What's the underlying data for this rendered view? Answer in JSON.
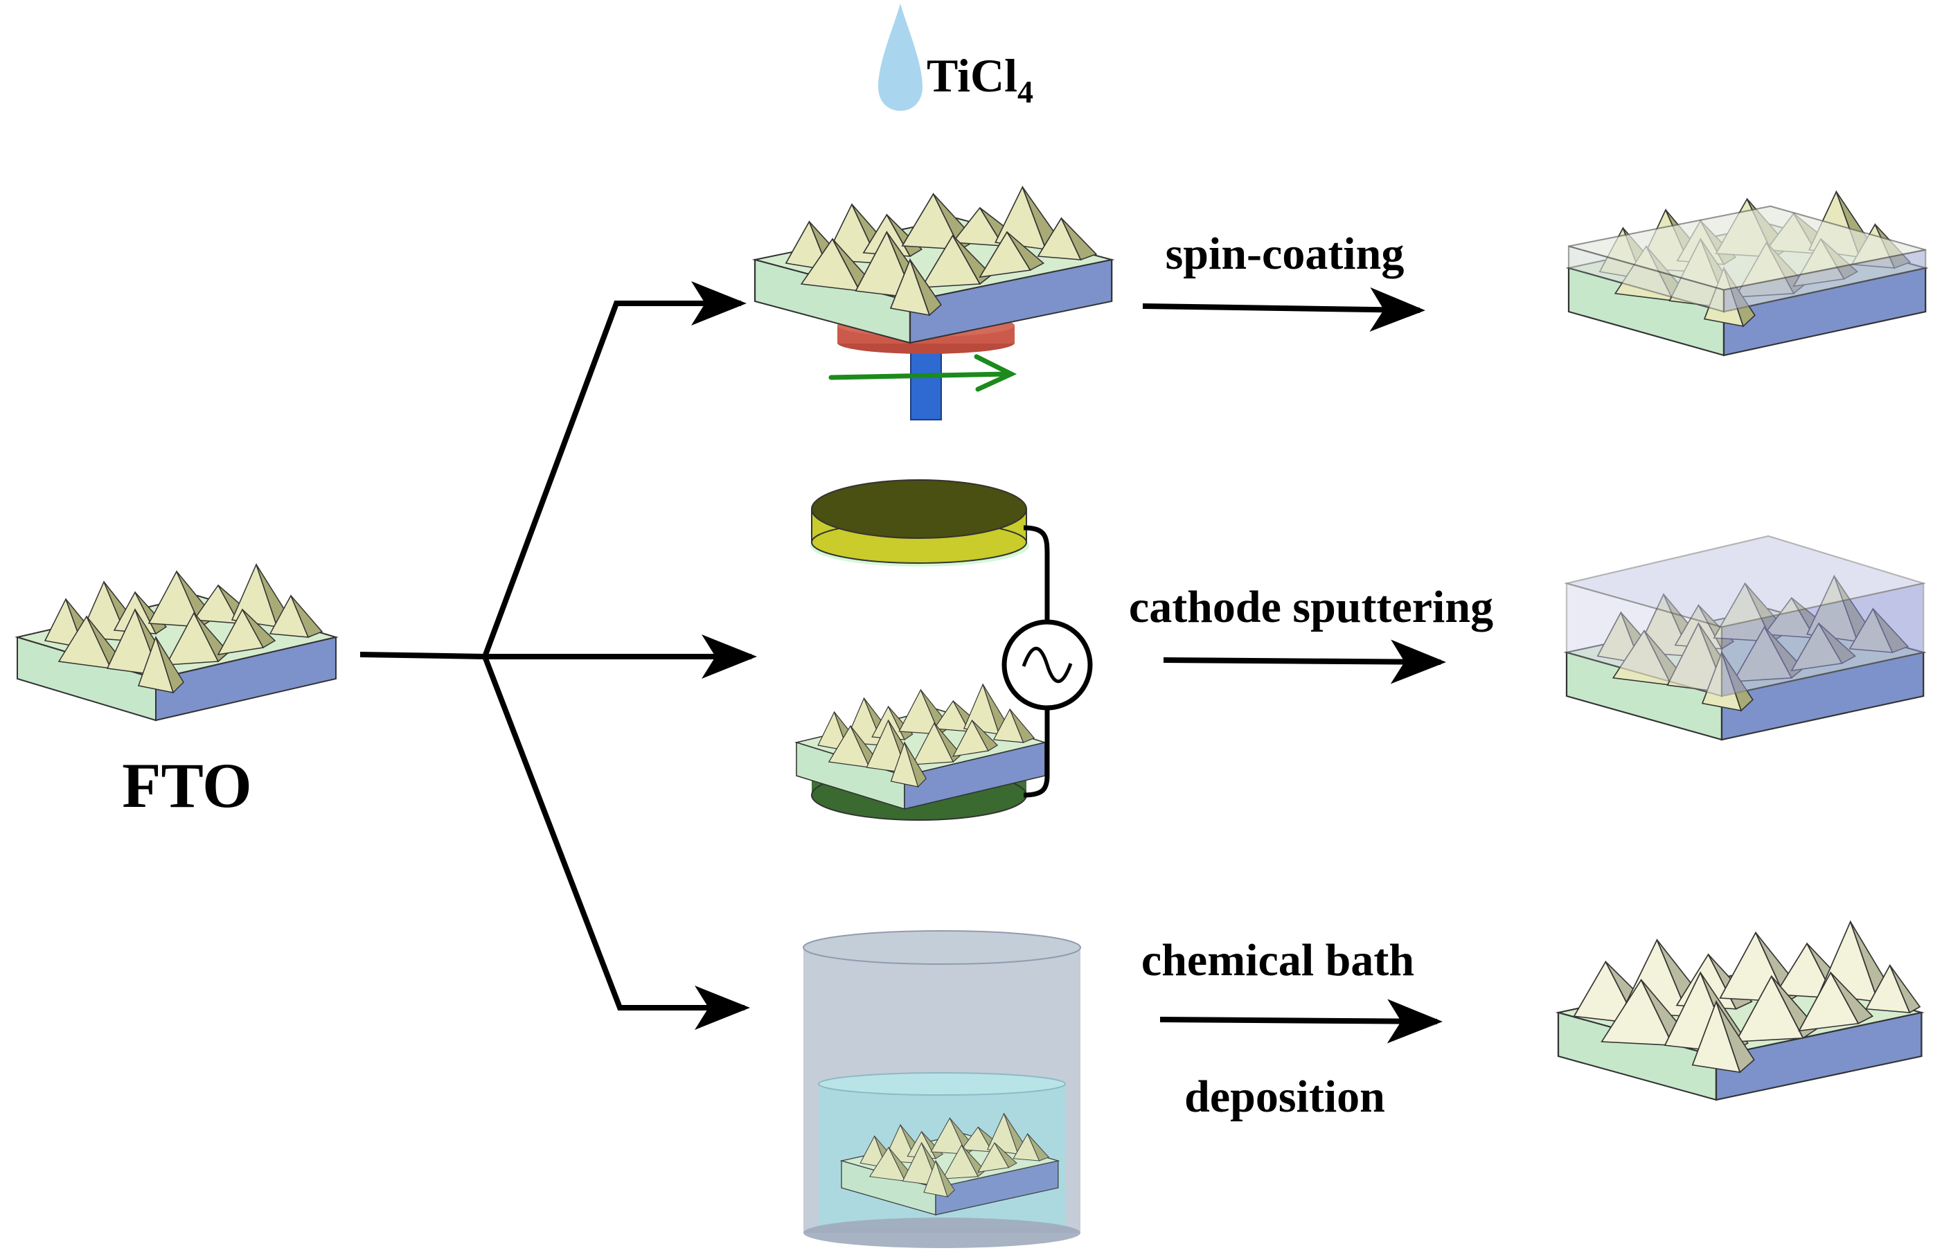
{
  "labels": {
    "source": "FTO",
    "precursor_main": "TiCl",
    "precursor_subscript": "4",
    "methods": {
      "spin_coating": "spin-coating",
      "cathode_sputtering": "cathode sputtering",
      "chemical_bath_line1": "chemical bath",
      "chemical_bath_line2": "deposition"
    }
  },
  "colors": {
    "substrate_top": "#cde9cf",
    "substrate_front": "#c5e6c8",
    "substrate_side": "#7b90c8",
    "pyramid_light": "#e6e8bb",
    "pyramid_dark": "#a9ab76",
    "arrow": "#000000",
    "droplet": "#a9d6ee",
    "chuck_red": "#cc5a4a",
    "shaft_blue": "#2e6ad1",
    "spin_arrow_green": "#1c8a1c",
    "target_olive": "#4a4f12",
    "target_yellow": "#c9cc2a",
    "glow_green": "#d4f7d8",
    "bottom_electrode": "#3a6a30",
    "beaker": "#a7b4c4",
    "bath_liquid": "#a8dbe0",
    "film_blue": "#aab0dd"
  }
}
